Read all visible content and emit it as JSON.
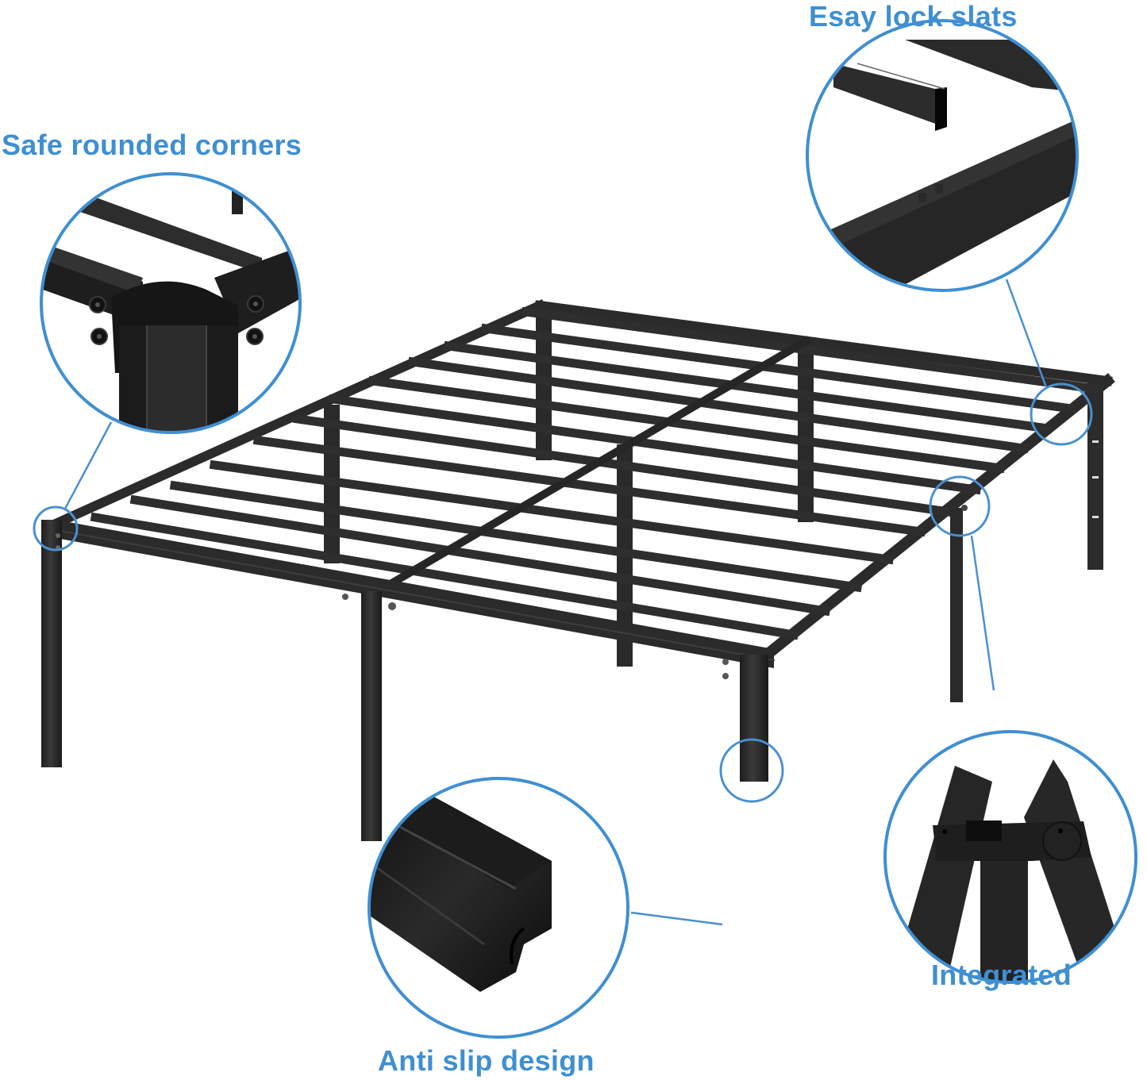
{
  "product": {
    "type": "metal-platform-bed-frame",
    "frame_color": "#2b2b2b",
    "accent_color": "#3f8fd2",
    "background_color": "#ffffff"
  },
  "callouts": [
    {
      "id": "safe-rounded-corners",
      "label": "Safe rounded corners",
      "position": "top-left",
      "detail": "rounded corner joint with 4 bolts"
    },
    {
      "id": "esay-lock-slats",
      "label": "Esay lock slats",
      "position": "top-right",
      "detail": "slat with notch lock on side rail"
    },
    {
      "id": "anti-slip-design",
      "label": "Anti slip design",
      "position": "bottom-center",
      "detail": "molded leg foot profile"
    },
    {
      "id": "integrated",
      "label": "Integrated",
      "position": "bottom-right",
      "detail": "integrated folding hinge joint"
    }
  ]
}
